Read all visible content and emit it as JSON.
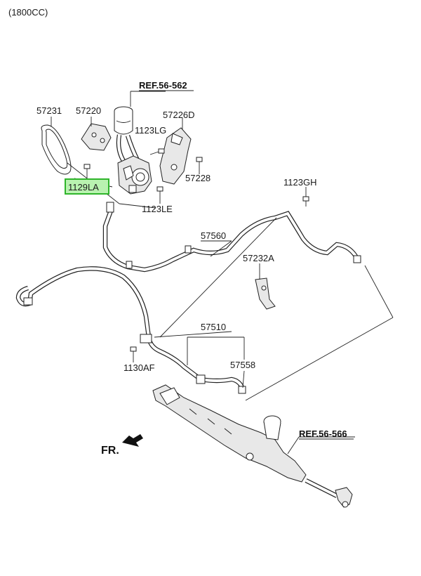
{
  "variant_label": "(1800CC)",
  "highlighted_part": "1129LA",
  "references": {
    "top": "REF.56-562",
    "bottom": "REF.56-566"
  },
  "direction_label": "FR.",
  "part_labels": {
    "p57231": "57231",
    "p57220": "57220",
    "p57226D": "57226D",
    "p1123LG": "1123LG",
    "p57228": "57228",
    "p1129LA": "1129LA",
    "p1123LE": "1123LE",
    "p1123GH": "1123GH",
    "p57560": "57560",
    "p57232A": "57232A",
    "p57510": "57510",
    "p1130AF": "1130AF",
    "p57558": "57558"
  }
}
